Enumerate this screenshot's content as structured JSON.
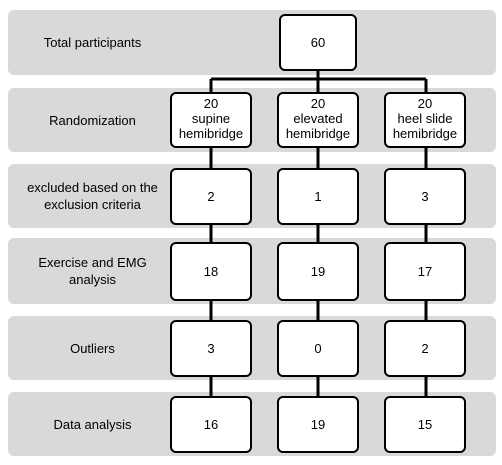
{
  "stages": [
    {
      "label": "Total participants"
    },
    {
      "label": "Randomization"
    },
    {
      "label": "excluded based on the exclusion criteria"
    },
    {
      "label": "Exercise and EMG analysis"
    },
    {
      "label": "Outliers"
    },
    {
      "label": "Data analysis"
    }
  ],
  "total": {
    "value": "60"
  },
  "arms": [
    {
      "count": "20",
      "name": "supine hemibridge"
    },
    {
      "count": "20",
      "name": "elevated hemibridge"
    },
    {
      "count": "20",
      "name": "heel slide hemibridge"
    }
  ],
  "excluded": [
    "2",
    "1",
    "3"
  ],
  "exercise_emg": [
    "18",
    "19",
    "17"
  ],
  "outliers": [
    "3",
    "0",
    "2"
  ],
  "data_analysis": [
    "16",
    "19",
    "15"
  ]
}
